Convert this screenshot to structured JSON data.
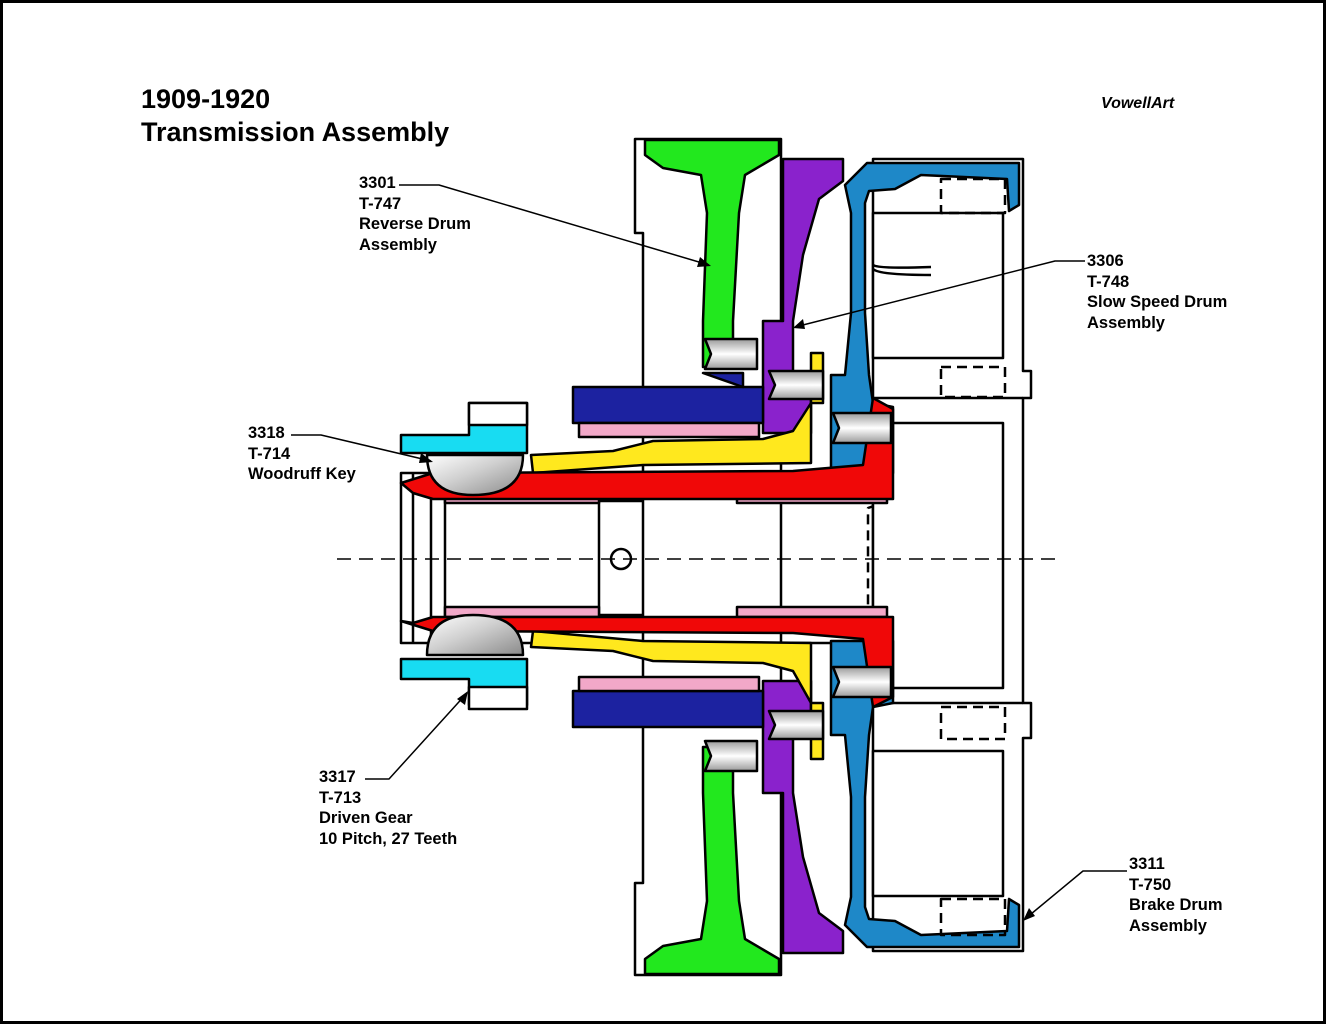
{
  "title": {
    "line1": "1909-1920",
    "line2": "Transmission Assembly"
  },
  "brand": "VowellArt",
  "callouts": [
    {
      "id": "reverse-drum",
      "lines": [
        "3301",
        "T-747",
        "Reverse Drum",
        "Assembly"
      ]
    },
    {
      "id": "slow-speed-drum",
      "lines": [
        "3306",
        "T-748",
        "Slow Speed Drum",
        "Assembly"
      ]
    },
    {
      "id": "woodruff-key",
      "lines": [
        "3318",
        "T-714",
        "Woodruff Key"
      ]
    },
    {
      "id": "driven-gear",
      "lines": [
        "3317",
        "T-713",
        "Driven Gear",
        "10 Pitch, 27 Teeth"
      ]
    },
    {
      "id": "brake-drum",
      "lines": [
        "3311",
        "T-750",
        "Brake Drum",
        "Assembly"
      ]
    }
  ],
  "colors": {
    "reverse_drum": "#22e81e",
    "slow_speed_drum": "#8a22cc",
    "brake_drum": "#1e88c8",
    "driven_gear": "#18dcf2",
    "bushing_hub": "#1c22a0",
    "sleeve": "#ffe81e",
    "hub": "#f00808",
    "bushing": "#f2a8c8",
    "woodruff_key": "#c8c8c8"
  }
}
